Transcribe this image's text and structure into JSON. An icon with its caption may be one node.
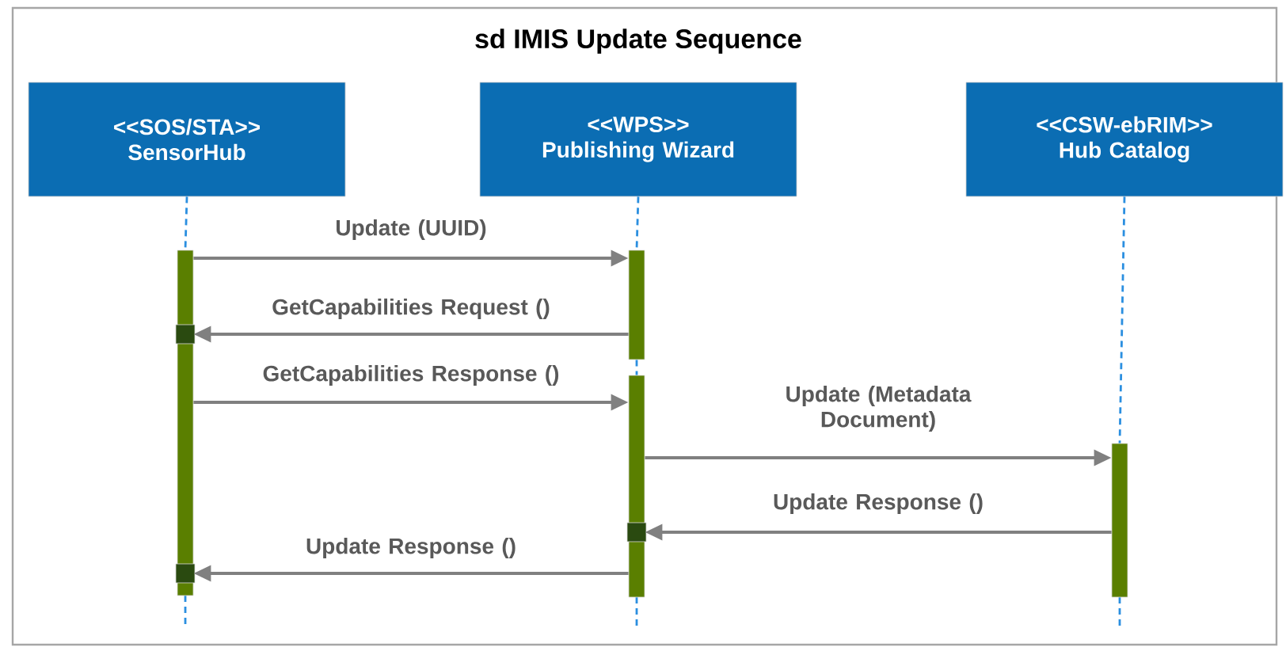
{
  "diagram": {
    "title": "sd IMIS Update Sequence",
    "nodes": [
      {
        "text": [
          "<<SOS/STA>> SensorHub"
        ]
      },
      {
        "text": [
          "<<WPS>> Publishing Wizard"
        ]
      },
      {
        "text": [
          "<<CSW-ebRIM>> Hub Catalog"
        ]
      },
      {
        "text": [],
        "shape": "bar"
      },
      {
        "text": [],
        "shape": "bar"
      },
      {
        "text": [],
        "shape": "bar"
      },
      {
        "text": [],
        "shape": "bar"
      }
    ],
    "edges": [
      {
        "from": 0,
        "to": 3,
        "arrow": "none",
        "style": "dashed",
        "color": "#2b8fe0"
      },
      {
        "from": 1,
        "to": 4,
        "arrow": "none",
        "style": "dashed",
        "color": "#2b8fe0"
      },
      {
        "from": 4,
        "to": 5,
        "arrow": "none",
        "style": "dashed",
        "color": "#2b8fe0"
      },
      {
        "from": 2,
        "to": 6,
        "arrow": "none",
        "style": "dashed",
        "color": "#2b8fe0"
      },
      {
        "from": 3,
        "to": 4,
        "arrow": "to",
        "label": "Update (UUID)"
      },
      {
        "from": 4,
        "to": 3,
        "arrow": "to",
        "label": "GetCapabilities Request ()"
      },
      {
        "from": 3,
        "to": 5,
        "arrow": "to",
        "label": "GetCapabilities Response ()"
      },
      {
        "from": 5,
        "to": 6,
        "arrow": "to",
        "label": "Update (Metadata Document)"
      },
      {
        "from": 6,
        "to": 5,
        "arrow": "to",
        "label": "Update Response ()"
      },
      {
        "from": 5,
        "to": 3,
        "arrow": "to",
        "label": "Update Response ()"
      }
    ]
  }
}
